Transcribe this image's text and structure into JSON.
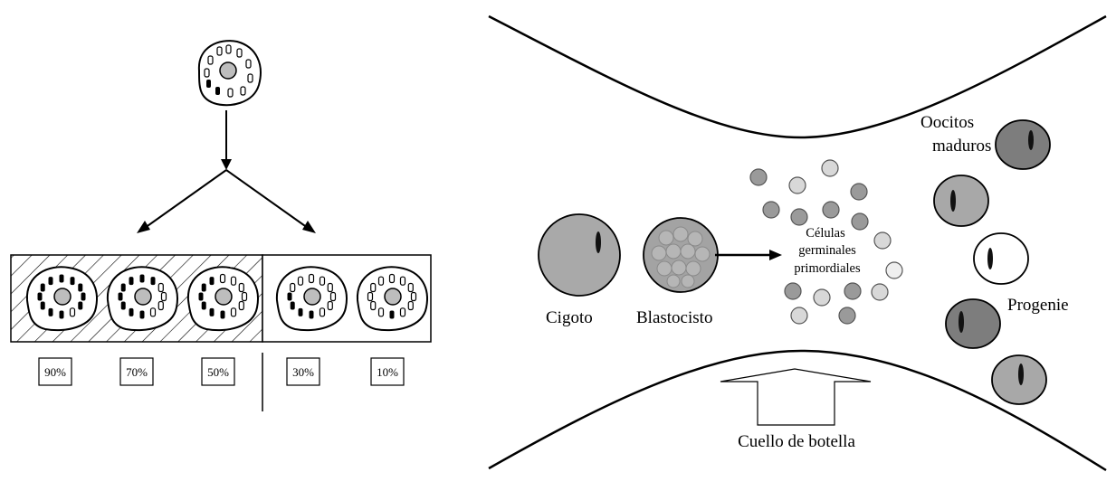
{
  "left_panel": {
    "percentages": [
      "90%",
      "70%",
      "50%",
      "30%",
      "10%"
    ],
    "hatched_count": 3
  },
  "right_panel": {
    "labels": {
      "zygote": "Cigoto",
      "blastocyst": "Blastocisto",
      "germ_cells_1": "Células",
      "germ_cells_2": "germinales",
      "germ_cells_3": "primordiales",
      "oocytes_1": "Oocitos",
      "oocytes_2": "maduros",
      "progeny": "Progenie",
      "bottleneck": "Cuello de botella"
    }
  },
  "colors": {
    "cell_fill": "#a9a9a9",
    "cell_dark": "#7d7d7d",
    "cell_light": "#d6d6d6",
    "stroke": "#000000"
  }
}
